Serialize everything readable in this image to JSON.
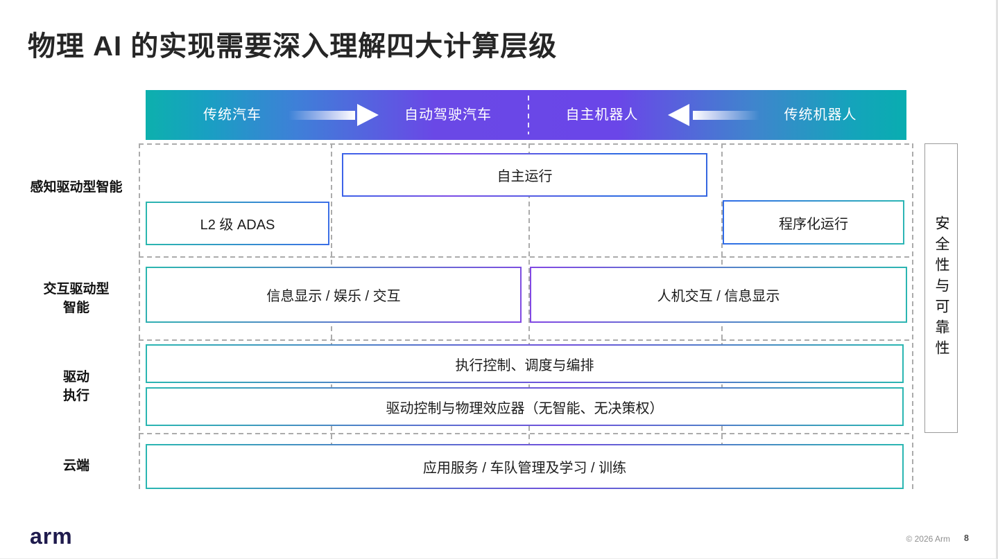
{
  "title": "物理 AI 的实现需要深入理解四大计算层级",
  "flow_bar": {
    "car_from": "传统汽车",
    "car_to": "自动驾驶汽车",
    "robot_to": "自主机器人",
    "robot_from": "传统机器人"
  },
  "row_labels": {
    "perception": "感知驱动型智能",
    "interaction": "交互驱动型\n智能",
    "actuation": "驱动\n执行",
    "cloud": "云端"
  },
  "boxes": {
    "autonomous_operation": "自主运行",
    "l2_adas": "L2 级 ADAS",
    "programmed_operation": "程序化运行",
    "infotainment": "信息显示 / 娱乐 / 交互",
    "hmi": "人机交互 / 信息显示",
    "execution_control": "执行控制、调度与编排",
    "drive_control": "驱动控制与物理效应器（无智能、无决策权）",
    "cloud_services": "应用服务 / 车队管理及学习 / 训练"
  },
  "safety_rail": "安全性与可靠性",
  "footer": {
    "logo": "arm",
    "copyright": "© 2026 Arm",
    "page": "8"
  },
  "colors": {
    "bar_teal": "#0CAEAD",
    "bar_purple": "#6A47E6",
    "border_blue": "#2F6BE3",
    "border_teal": "#2BB5AF",
    "border_purple": "#8148E3",
    "logo_navy": "#1F1B4D"
  }
}
